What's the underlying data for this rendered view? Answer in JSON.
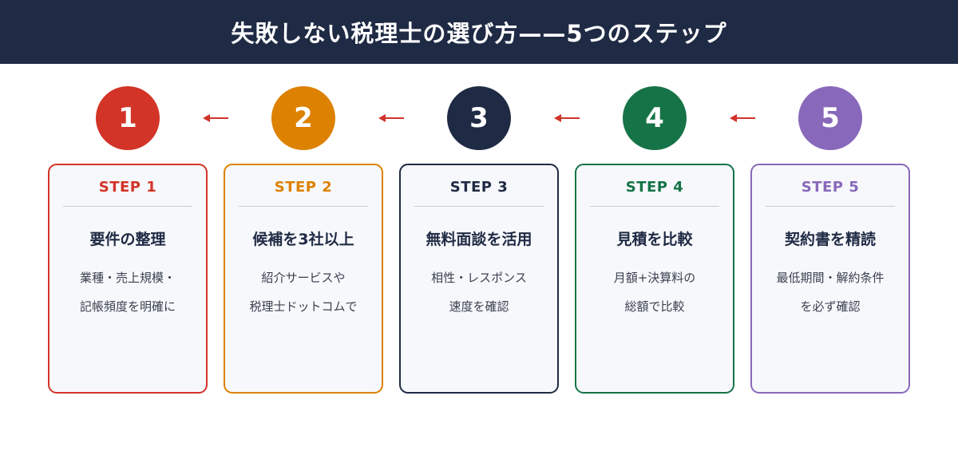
{
  "header": {
    "title": "失敗しない税理士の選び方——5つのステップ",
    "bg_color": "#1f2a44",
    "text_color": "#ffffff"
  },
  "arrow_color": "#d0332a",
  "card_style": {
    "bg": "#f7f8fb",
    "title_color": "#1f2a44",
    "body_color": "#3a4150",
    "divider_color": "#cccccc"
  },
  "steps": [
    {
      "number": "1",
      "label": "STEP 1",
      "title": "要件の整理",
      "line1": "業種・売上規模・",
      "line2": "記帳頻度を明確に",
      "accent": "#d33428"
    },
    {
      "number": "2",
      "label": "STEP 2",
      "title": "候補を3社以上",
      "line1": "紹介サービスや",
      "line2": "税理士ドットコムで",
      "accent": "#dd8100"
    },
    {
      "number": "3",
      "label": "STEP 3",
      "title": "無料面談を活用",
      "line1": "相性・レスポンス",
      "line2": "速度を確認",
      "accent": "#1f2a44"
    },
    {
      "number": "4",
      "label": "STEP 4",
      "title": "見積を比較",
      "line1": "月額+決算料の",
      "line2": "総額で比較",
      "accent": "#157347"
    },
    {
      "number": "5",
      "label": "STEP 5",
      "title": "契約書を精読",
      "line1": "最低期間・解約条件",
      "line2": "を必ず確認",
      "accent": "#8868ba"
    }
  ]
}
